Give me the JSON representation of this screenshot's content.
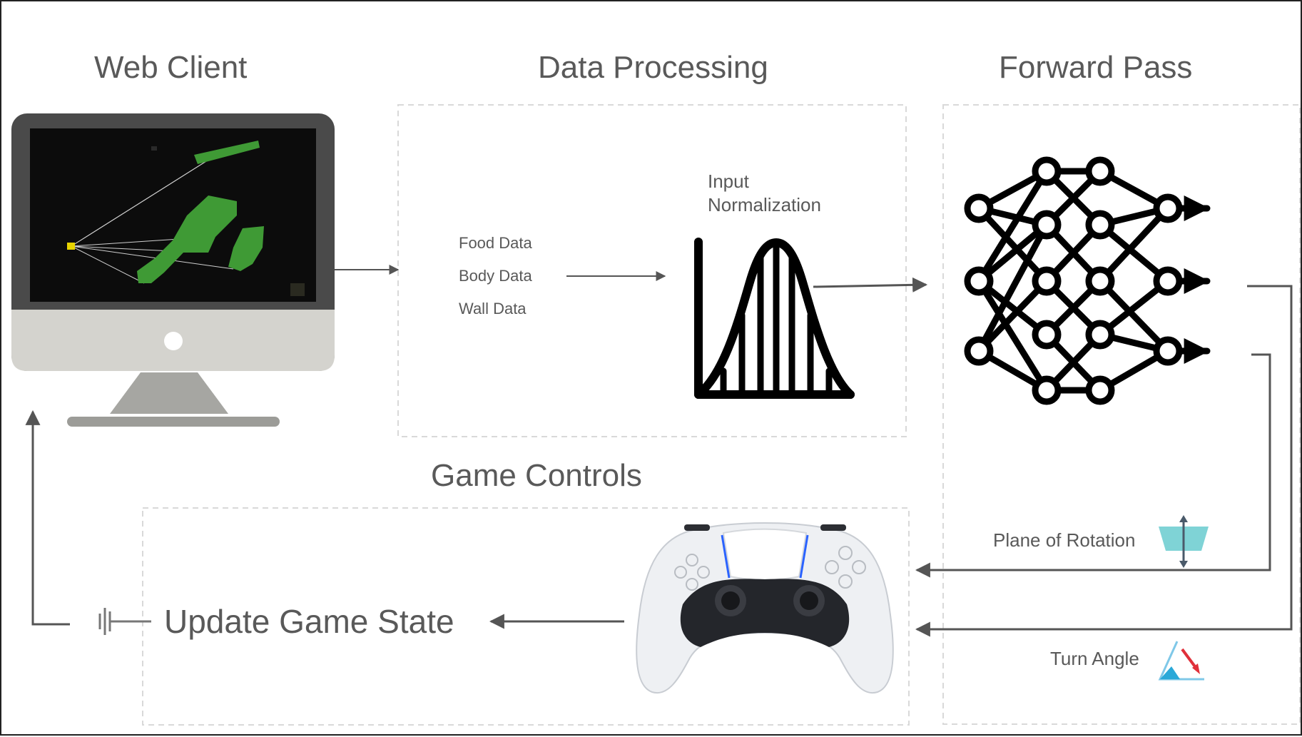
{
  "sections": {
    "web_client": "Web Client",
    "data_processing": "Data Processing",
    "forward_pass": "Forward Pass",
    "game_controls": "Game Controls"
  },
  "data_processing": {
    "inputs": [
      "Food Data",
      "Body Data",
      "Wall Data"
    ],
    "normalization_line1": "Input",
    "normalization_line2": "Normalization"
  },
  "outputs": {
    "plane_of_rotation": "Plane of Rotation",
    "turn_angle": "Turn Angle"
  },
  "update_state": "Update Game State",
  "colors": {
    "snake_green": "#3f9a35",
    "snake_head": "#e8d400",
    "arrow": "#555555",
    "dash_border": "#d9d9d9",
    "controller_accent": "#2b63ff"
  },
  "icons": [
    "monitor-icon",
    "bell-curve-icon",
    "neural-network-icon",
    "gamepad-icon",
    "plane-rotation-icon",
    "turn-angle-icon",
    "battery-icon"
  ]
}
